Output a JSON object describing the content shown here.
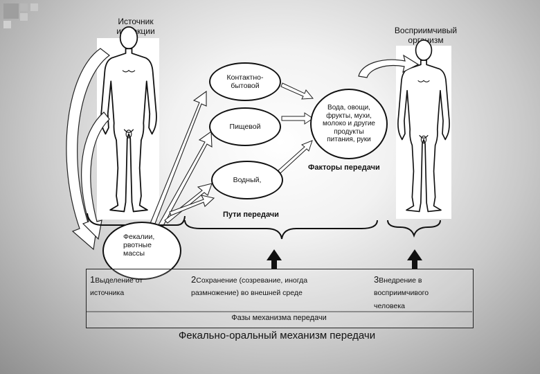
{
  "labels": {
    "source": "Источник\nинфекции",
    "recipient": "Восприимчивый\nорганизм",
    "transmission_factors": "Факторы передачи",
    "transmission_routes": "Пути передачи",
    "phases_caption": "Фазы механизма передачи",
    "main_title": "Фекально-оральный механизм передачи"
  },
  "routes": [
    {
      "label": "Контактно-\nбытовой"
    },
    {
      "label": "Пищевой"
    },
    {
      "label": "Водный,"
    }
  ],
  "factors": {
    "label": "Вода, овощи,\nфрукты, мухи,\nмолоко и другие\nпродукты\nпитания, руки"
  },
  "excretions": {
    "label": "Фекалии,\nрвотные\nмассы"
  },
  "phases": [
    {
      "number": "1",
      "text_line1": "Выделение от",
      "text_line2": "источника"
    },
    {
      "number": "2",
      "text_line1": "Сохранение (созревание, иногда",
      "text_line2": "размножение) во внешней среде"
    },
    {
      "number": "3",
      "text_line1": "Внедрение в",
      "text_line2": "восприимчивого\nчеловека"
    }
  ],
  "colors": {
    "accent_square": "#a8a8a8",
    "ink": "#111111",
    "panel": "#ffffff"
  },
  "icons": [
    "human-figure-icon",
    "curved-arrow-icon",
    "block-arrow-icon",
    "brace-icon"
  ]
}
